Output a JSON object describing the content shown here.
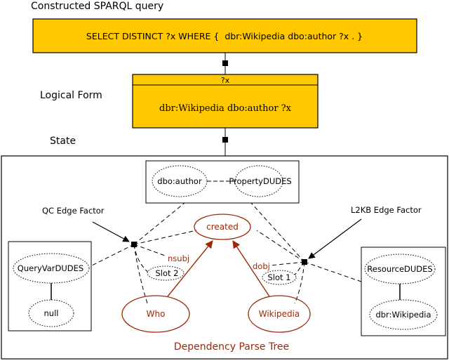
{
  "headings": {
    "constructed_query": "Constructed SPARQL query",
    "logical_form": "Logical Form",
    "state": "State",
    "qc_edge_factor": "QC Edge Factor",
    "l2kb_edge_factor": "L2KB Edge Factor",
    "dependency_parse_tree": "Dependency Parse Tree"
  },
  "sparql_query": "SELECT DISTINCT ?x WHERE {  dbr:Wikipedia dbo:author ?x . }",
  "logical_form_box": {
    "variable": "?x",
    "body": "dbr:Wikipedia dbo:author ?x"
  },
  "nodes": {
    "dbo_author": "dbo:author",
    "property_dudes": "PropertyDUDES",
    "query_var_dudes": "QueryVarDUDES",
    "null": "null",
    "resource_dudes": "ResourceDUDES",
    "dbr_wikipedia": "dbr:Wikipedia",
    "created": "created",
    "who": "Who",
    "wikipedia": "Wikipedia",
    "slot_2": "Slot 2",
    "slot_1": "Slot 1"
  },
  "edge_labels": {
    "nsubj": "nsubj",
    "dobj": "dobj"
  },
  "colors": {
    "query_fill": "#ffc800",
    "dependency": "#9a2a0a",
    "line": "#000000"
  }
}
